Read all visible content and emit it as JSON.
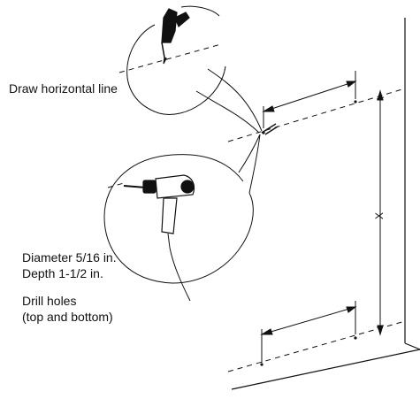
{
  "labels": {
    "draw_line": "Draw horizontal line",
    "diameter": "Diameter 5/16 in.",
    "depth": "Depth 1-1/2 in.",
    "drill_holes_1": "Drill holes",
    "drill_holes_2": "(top and bottom)",
    "dimension_x": "X"
  },
  "colors": {
    "line": "#111111",
    "background": "#ffffff"
  },
  "icons": {
    "hand": "hand-with-pencil-icon",
    "drill": "electric-drill-icon"
  }
}
